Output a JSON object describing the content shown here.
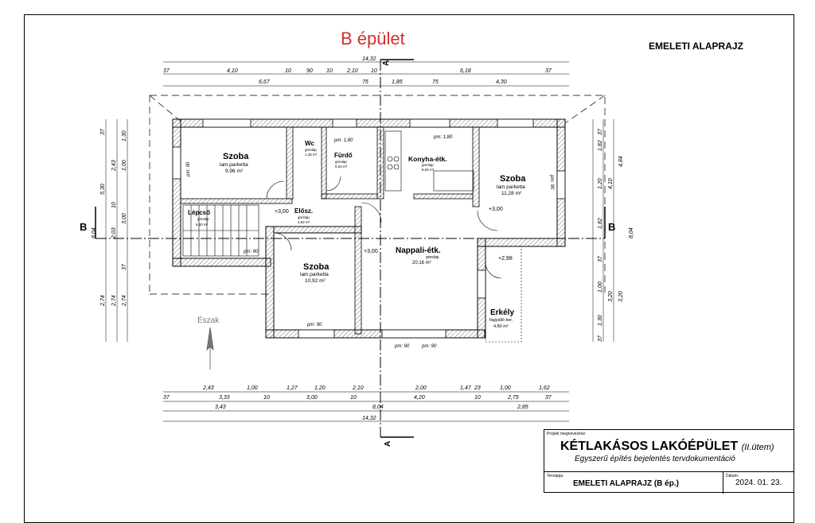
{
  "header": {
    "building_title": "B épület",
    "sheet_title": "EMELETI ALAPRAJZ"
  },
  "colors": {
    "title_red": "#d03030",
    "wall": "#b0b0b0",
    "line": "#000000"
  },
  "sections": {
    "a": "A",
    "b": "B"
  },
  "north_label": "Észak",
  "rooms": {
    "szoba_nw": {
      "name": "Szoba",
      "finish": "lam.parketta",
      "area": "9,96 m²"
    },
    "wc": {
      "name": "Wc",
      "finish": "greslap",
      "area": "1,45 m²"
    },
    "furdo": {
      "name": "Fürdő",
      "finish": "greslap",
      "area": "6,04 m²"
    },
    "konyha": {
      "name": "Konyha-étk.",
      "finish": "greslap",
      "area": "8,26 m²"
    },
    "szoba_ne": {
      "name": "Szoba",
      "finish": "lam.parketta",
      "area": "11,28 m²"
    },
    "lepcso": {
      "name": "Lépcső",
      "finish": "greslap",
      "area": "6,60 m²"
    },
    "elosz": {
      "name": "Elősz.",
      "finish": "greslap",
      "area": "4,62 m²"
    },
    "nappali": {
      "name": "Nappali-étk.",
      "finish": "greslap",
      "area": "20,16 m²"
    },
    "szoba_s": {
      "name": "Szoba",
      "finish": "lam.parketta",
      "area": "10,92 m²"
    },
    "erkely": {
      "name": "Erkély",
      "finish": "fagyálló ker.",
      "area": "4,80 m²"
    }
  },
  "levels": {
    "l1": "+3,00",
    "l2": "+3,00",
    "l3": "+3,00",
    "l4": "+2,98"
  },
  "dims": {
    "top_total": "14,32",
    "top_row1": [
      "37",
      "4,10",
      "10",
      "90",
      "10",
      "2,10",
      "10",
      "6,18",
      "37"
    ],
    "top_row2": [
      "6,67",
      "75",
      "1,85",
      "75",
      "4,30"
    ],
    "bot_row1": [
      "2,43",
      "1,00",
      "1,27",
      "1,20",
      "2,10",
      "2,00",
      "1,47",
      "23",
      "1,00",
      "1,62"
    ],
    "bot_row2": [
      "37",
      "3,33",
      "10",
      "3,00",
      "10",
      "4,20",
      "10",
      "2,75",
      "37"
    ],
    "bot_row3": [
      "3,43",
      "8,04",
      "2,85"
    ],
    "bot_total": "14,32",
    "left": [
      "37",
      "1,30",
      "2,43",
      "1,00",
      "5,30",
      "10",
      "3,00",
      "2,03",
      "8,04",
      "37",
      "2,74",
      "2,74",
      "2,74"
    ],
    "right": [
      "37",
      "1,82",
      "1,20",
      "4,10",
      "4,84",
      "1,82",
      "37",
      "1,00",
      "3,20",
      "3,20",
      "8,04",
      "1,30",
      "37"
    ],
    "inner": [
      "pm: 90",
      "pm: 90",
      "pm: 90",
      "pm: 90",
      "pm: 90",
      "pm: 90",
      "pm: 1,80",
      "pm: 1,80"
    ]
  },
  "title_block": {
    "project_label": "Projekt megnevezése:",
    "project_main": "KÉTLAKÁSOS LAKÓÉPÜLET",
    "project_stage": "(II.ütem)",
    "project_sub": "Egyszerű építés bejelentés tervdokumentáció",
    "plan_label": "Tervlapja:",
    "plan_name": "EMELETI ALAPRAJZ (B ép.)",
    "date_label": "Dátum:",
    "date": "2024. 01. 23."
  }
}
